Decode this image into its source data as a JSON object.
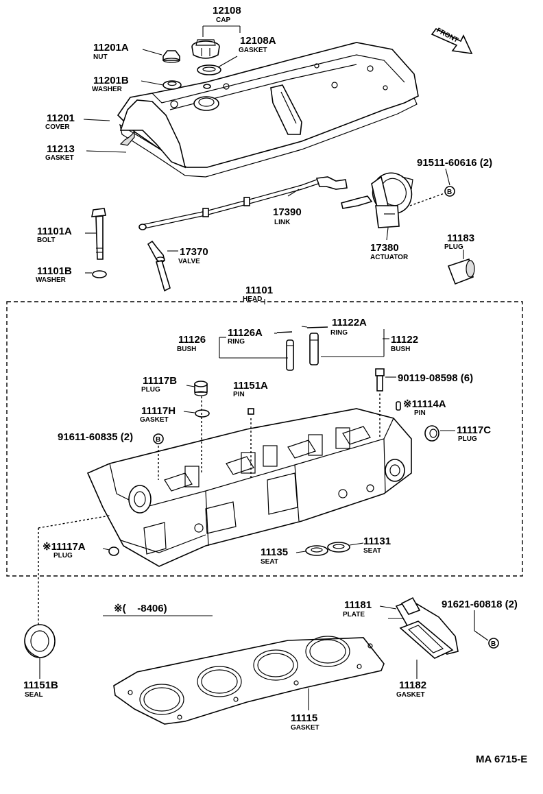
{
  "front_label": "FRONT",
  "diagram_code": "MA 6715-E",
  "production_note": "※(    -8406)",
  "parts": {
    "p12108": {
      "number": "12108",
      "name": "CAP"
    },
    "p12108a": {
      "number": "12108A",
      "name": "GASKET"
    },
    "p11201a": {
      "number": "11201A",
      "name": "NUT"
    },
    "p11201b": {
      "number": "11201B",
      "name": "WASHER"
    },
    "p11201": {
      "number": "11201",
      "name": "COVER"
    },
    "p11213": {
      "number": "11213",
      "name": "GASKET"
    },
    "p91511": {
      "number": "91511-60616 (2)",
      "name": ""
    },
    "p17390": {
      "number": "17390",
      "name": "LINK"
    },
    "p11101a": {
      "number": "11101A",
      "name": "BOLT"
    },
    "p17370": {
      "number": "17370",
      "name": "VALVE"
    },
    "p17380": {
      "number": "17380",
      "name": "ACTUATOR"
    },
    "p11183": {
      "number": "11183",
      "name": "PLUG"
    },
    "p11101b": {
      "number": "11101B",
      "name": "WASHER"
    },
    "p11101": {
      "number": "11101",
      "name": "HEAD"
    },
    "p11126": {
      "number": "11126",
      "name": "BUSH"
    },
    "p11126a": {
      "number": "11126A",
      "name": "RING"
    },
    "p11122a": {
      "number": "11122A",
      "name": "RING"
    },
    "p11122": {
      "number": "11122",
      "name": "BUSH"
    },
    "p11117b": {
      "number": "11117B",
      "name": "PLUG"
    },
    "p11151a": {
      "number": "11151A",
      "name": "PIN"
    },
    "p90119": {
      "number": "90119-08598 (6)",
      "name": ""
    },
    "p11114a": {
      "number": "※11114A",
      "name": "PIN"
    },
    "p11117h": {
      "number": "11117H",
      "name": "GASKET"
    },
    "p91611": {
      "number": "91611-60835 (2)",
      "name": ""
    },
    "p11117c": {
      "number": "11117C",
      "name": "PLUG"
    },
    "p11117a": {
      "number": "※11117A",
      "name": "PLUG"
    },
    "p11131": {
      "number": "11131",
      "name": "SEAT"
    },
    "p11135": {
      "number": "11135",
      "name": "SEAT"
    },
    "p11181": {
      "number": "11181",
      "name": "PLATE"
    },
    "p91621": {
      "number": "91621-60818 (2)",
      "name": ""
    },
    "p11151b": {
      "number": "11151B",
      "name": "SEAL"
    },
    "p11182": {
      "number": "11182",
      "name": "GASKET"
    },
    "p11115": {
      "number": "11115",
      "name": "GASKET"
    }
  },
  "symbols": {
    "circle_b": "B"
  },
  "icons": [
    "front-arrow-icon",
    "circle-b-icon"
  ]
}
